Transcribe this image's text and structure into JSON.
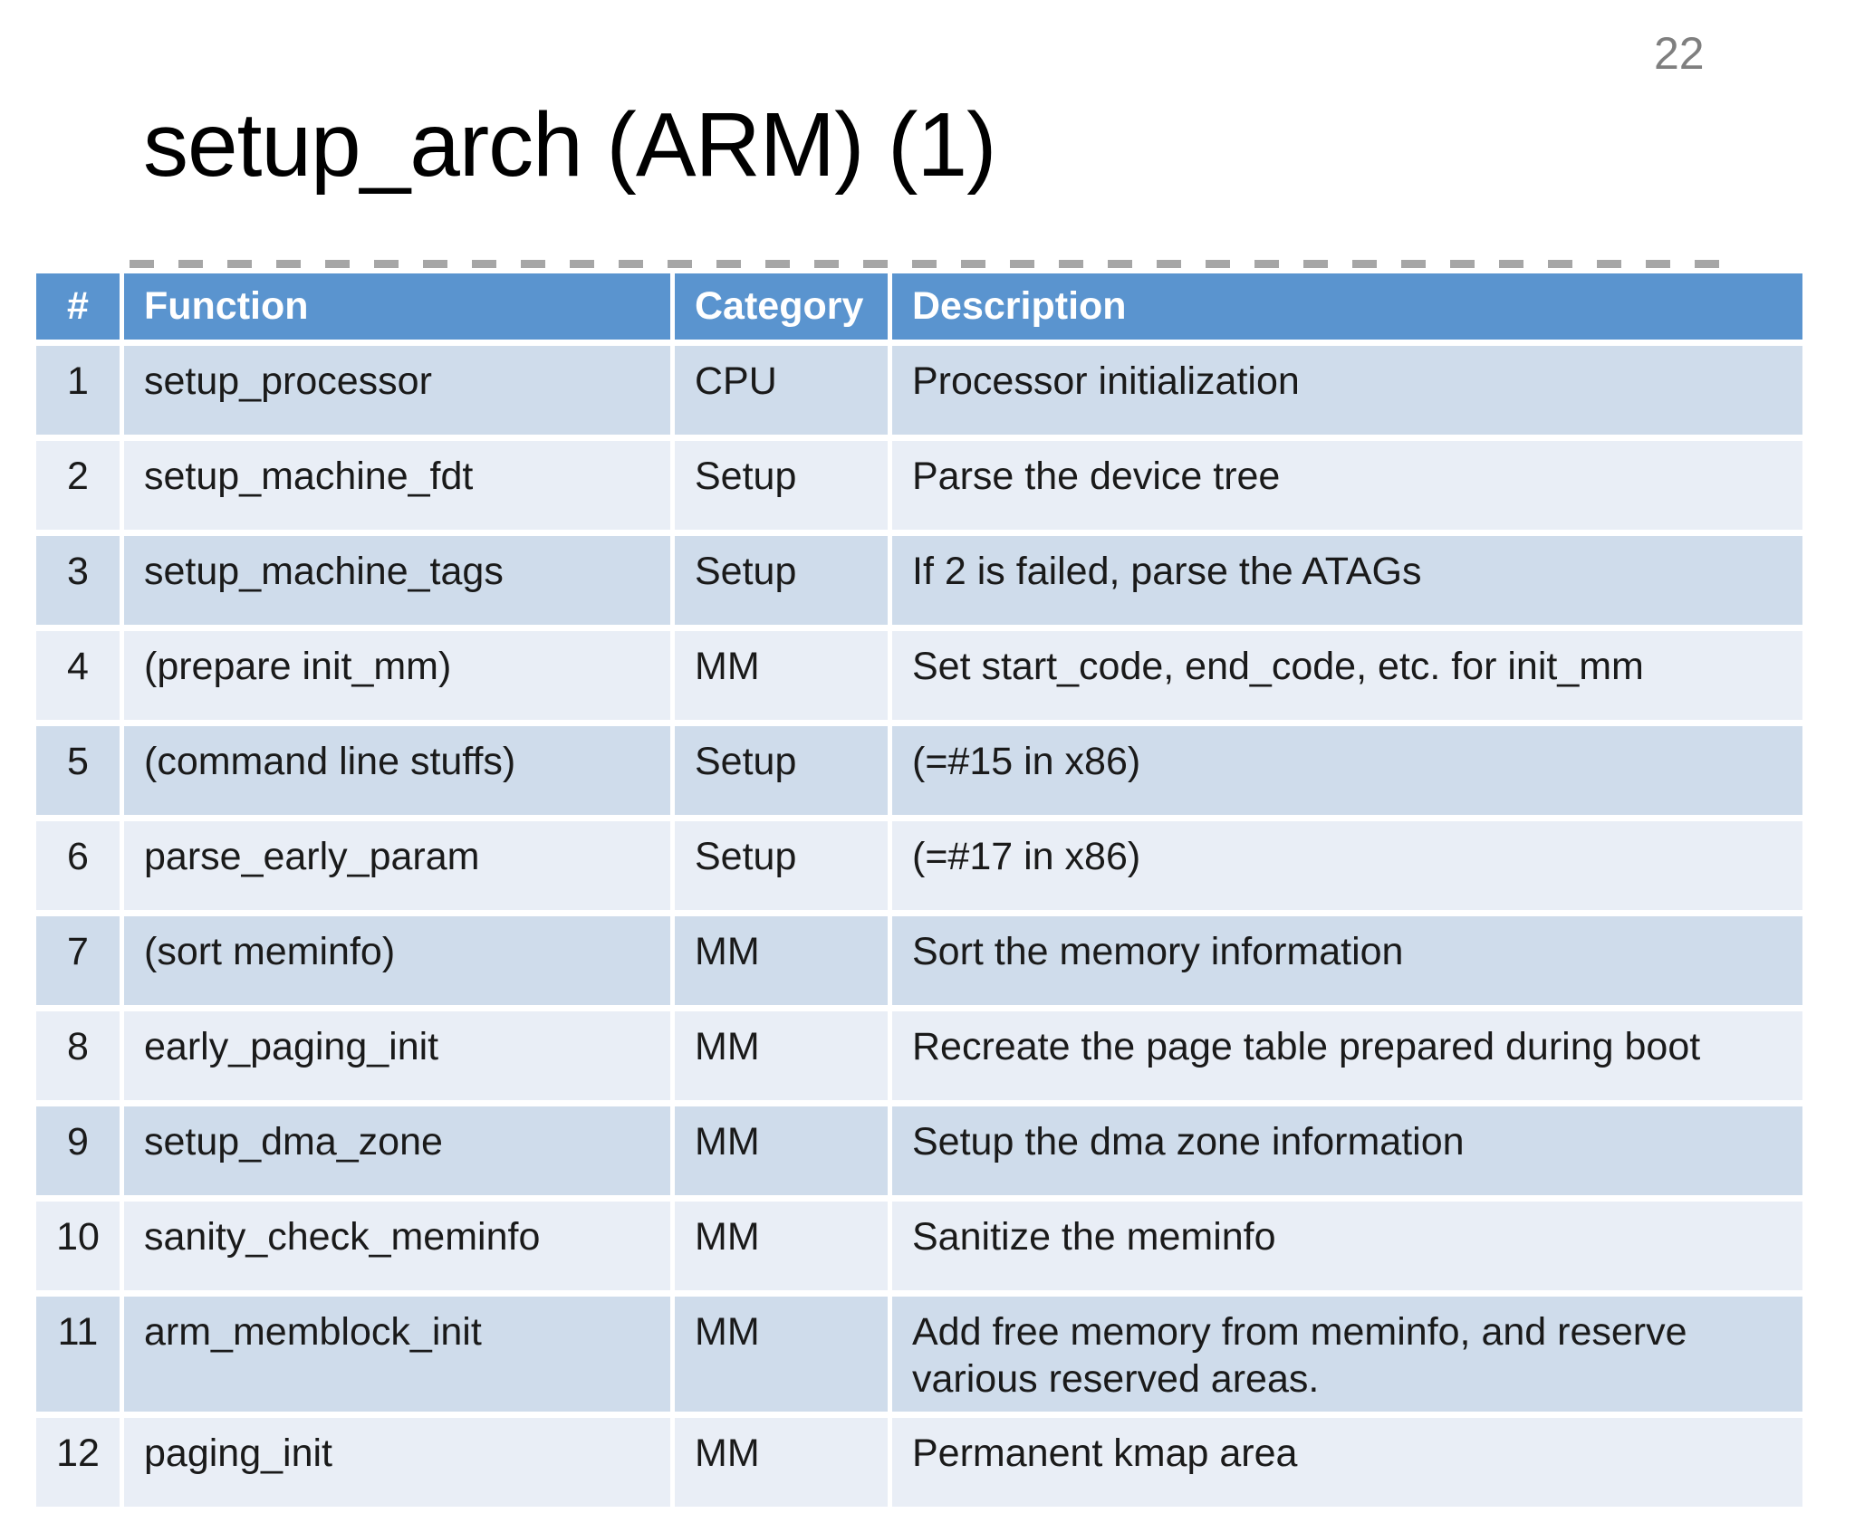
{
  "page_number": "22",
  "title": "setup_arch (ARM) (1)",
  "colors": {
    "header_bg": "#5a94cf",
    "header_text": "#ffffff",
    "row_odd_bg": "#cfdceb",
    "row_even_bg": "#e9eef6",
    "cell_text": "#1a1a1a",
    "page_number_text": "#7f7f7f",
    "dashed_line": "#a6a6a6"
  },
  "table": {
    "columns": [
      "#",
      "Function",
      "Category",
      "Description"
    ],
    "rows": [
      [
        "1",
        "setup_processor",
        "CPU",
        "Processor initialization"
      ],
      [
        "2",
        "setup_machine_fdt",
        "Setup",
        "Parse the device tree"
      ],
      [
        "3",
        "setup_machine_tags",
        "Setup",
        "If 2 is failed, parse the ATAGs"
      ],
      [
        "4",
        "(prepare init_mm)",
        "MM",
        "Set start_code, end_code, etc. for init_mm"
      ],
      [
        "5",
        "(command line stuffs)",
        "Setup",
        "(=#15 in x86)"
      ],
      [
        "6",
        "parse_early_param",
        "Setup",
        "(=#17 in x86)"
      ],
      [
        "7",
        "(sort meminfo)",
        "MM",
        "Sort the memory information"
      ],
      [
        "8",
        "early_paging_init",
        "MM",
        "Recreate the page table prepared during boot"
      ],
      [
        "9",
        "setup_dma_zone",
        "MM",
        "Setup the dma zone information"
      ],
      [
        "10",
        "sanity_check_meminfo",
        "MM",
        "Sanitize the meminfo"
      ],
      [
        "11",
        "arm_memblock_init",
        "MM",
        "Add free memory from meminfo, and reserve various reserved areas."
      ],
      [
        "12",
        "paging_init",
        "MM",
        "Permanent kmap area"
      ]
    ]
  }
}
